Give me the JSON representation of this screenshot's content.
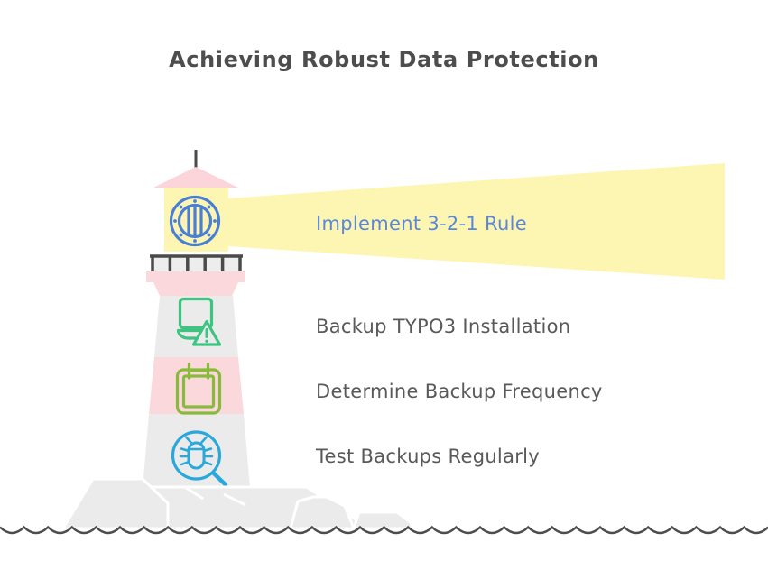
{
  "title": "Achieving Robust Data Protection",
  "steps": [
    {
      "label": "Implement 3-2-1 Rule",
      "icon": "porthole-icon",
      "text_color": "#5b86d9"
    },
    {
      "label": "Backup TYPO3 Installation",
      "icon": "laptop-warning-icon",
      "text_color": "#595959"
    },
    {
      "label": "Determine Backup Frequency",
      "icon": "calendar-icon",
      "text_color": "#595959"
    },
    {
      "label": "Test Backups Regularly",
      "icon": "bug-search-icon",
      "text_color": "#595959"
    }
  ],
  "palette": {
    "background": "#ffffff",
    "beam_yellow": "#fcf6b2",
    "lantern_yellow": "#fdf6b2",
    "pink": "#fbd8db",
    "tower_gray": "#ebebeb",
    "dark_gray": "#4a4a4a",
    "title_gray": "#4d4d4d",
    "porthole_blue": "#4a7fd6",
    "laptop_green": "#3ec380",
    "calendar_olive": "#8aba3c",
    "bug_blue": "#29a8db",
    "accent_blue": "#5b86d9",
    "label_gray": "#595959"
  }
}
